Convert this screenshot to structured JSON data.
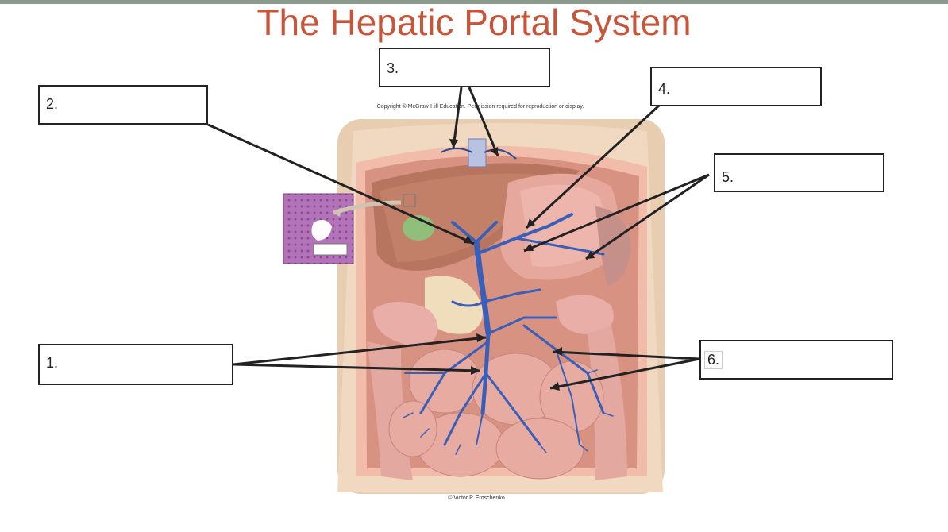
{
  "title": "The Hepatic Portal System",
  "copyright": "Copyright © McGraw-Hill Education. Permission required for reproduction or display.",
  "credit": "© Victor P. Eroschenko",
  "labels": [
    {
      "num": "1."
    },
    {
      "num": "2."
    },
    {
      "num": "3."
    },
    {
      "num": "4."
    },
    {
      "num": "5."
    },
    {
      "num": "6."
    }
  ],
  "colors": {
    "title": "#c8543a",
    "vein": "#3a5fb8",
    "leader": "#222222",
    "skin": "#e8c8a8",
    "intestine": "#e3a8a0",
    "liver": "#b7745e"
  },
  "icons": [
    "liver-histology-inset"
  ]
}
